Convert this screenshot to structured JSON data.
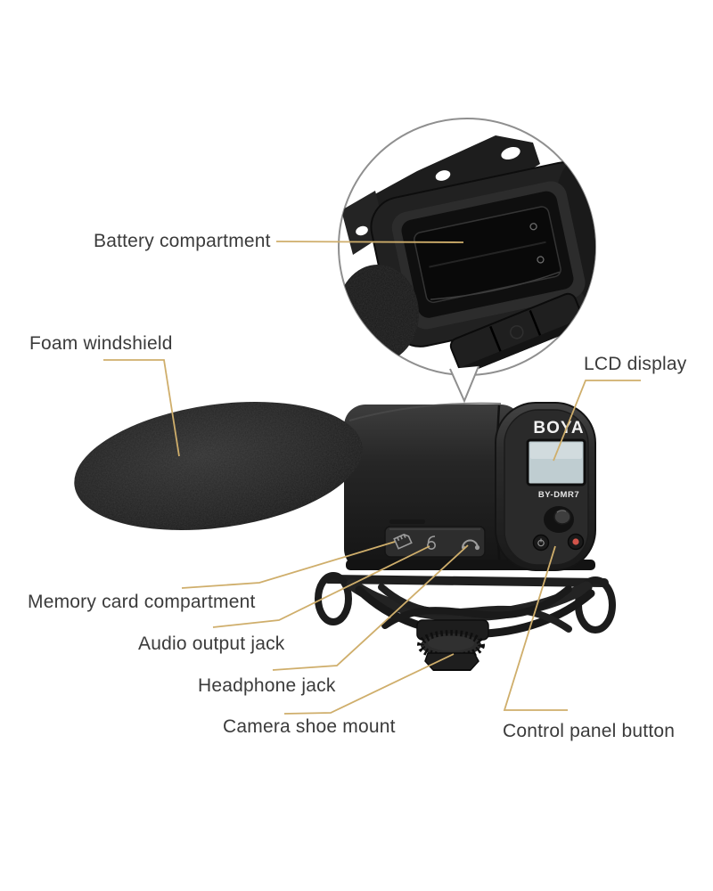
{
  "product": {
    "brand": "BOYA",
    "model": "BY-DMR7"
  },
  "labels": {
    "battery": "Battery compartment",
    "foam": "Foam windshield",
    "lcd": "LCD display",
    "memory": "Memory card compartment",
    "audio": "Audio output jack",
    "headphone": "Headphone jack",
    "shoe": "Camera shoe mount",
    "control": "Control panel button"
  },
  "colors": {
    "leader_line": "#CFAE6B",
    "label_text": "#3B3B3B",
    "inset_stroke": "#8F8F8F",
    "lcd_screen": "#BFCDD1",
    "record_dot": "#D2544A",
    "background": "#FFFFFF"
  }
}
